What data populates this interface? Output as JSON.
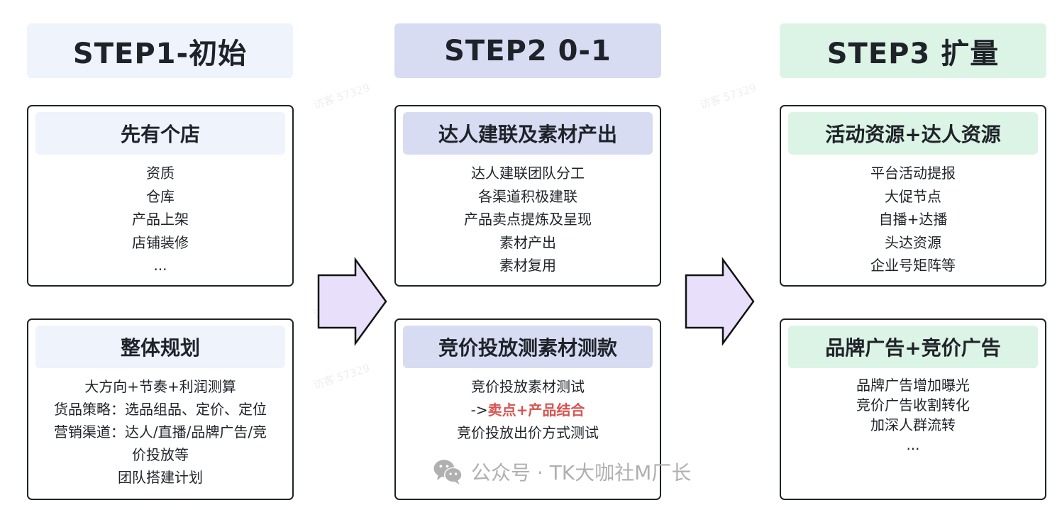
{
  "steps": [
    {
      "header": "STEP1-初始",
      "header_color": "#eef3fc",
      "cards": [
        {
          "title": "先有个店",
          "title_color": "#eef3fc",
          "lines": [
            "资质",
            "仓库",
            "产品上架",
            "店铺装修",
            "..."
          ]
        },
        {
          "title": "整体规划",
          "title_color": "#eef3fc",
          "lines": [
            "大方向+节奏+利润测算",
            "货品策略：选品组品、定价、定位",
            "营销渠道：达人/直播/品牌广告/竞",
            "价投放等",
            "团队搭建计划"
          ]
        }
      ]
    },
    {
      "header": "STEP2 0-1",
      "header_color": "#d8dcf3",
      "cards": [
        {
          "title": "达人建联及素材产出",
          "title_color": "#d8dcf3",
          "lines": [
            "达人建联团队分工",
            "各渠道积极建联",
            "产品卖点提炼及呈现",
            "素材产出",
            "素材复用"
          ]
        },
        {
          "title": "竞价投放测素材测款",
          "title_color": "#d8dcf3",
          "lines": [
            "竞价投放素材测试",
            "->",
            "竞价投放出价方式测试"
          ],
          "highlight": "卖点+产品结合",
          "highlight_color": "#d9534f"
        }
      ]
    },
    {
      "header": "STEP3 扩量",
      "header_color": "#dcf4e5",
      "cards": [
        {
          "title": "活动资源+达人资源",
          "title_color": "#dcf4e5",
          "lines": [
            "平台活动提报",
            "大促节点",
            "自播+达播",
            "头达资源",
            "企业号矩阵等"
          ]
        },
        {
          "title": "品牌广告+竞价广告",
          "title_color": "#dcf4e5",
          "lines": [
            "品牌广告增加曝光",
            "竞价广告收割转化",
            "加深人群流转",
            "..."
          ]
        }
      ]
    }
  ],
  "arrows": {
    "fill": "#e8e0fb",
    "icon": "right-arrow-icon"
  },
  "watermark": "访客 57329",
  "footer": {
    "icon": "wechat-icon",
    "text": "公众号 · TK大咖社M厂长"
  }
}
